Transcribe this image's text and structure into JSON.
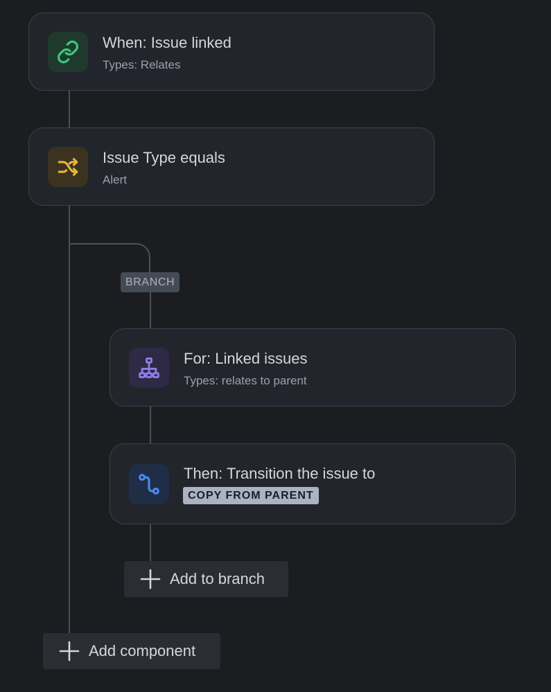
{
  "trigger": {
    "title": "When: Issue linked",
    "subtitle": "Types: Relates",
    "icon": "link-icon",
    "accent": "#3dc47e",
    "icon_bg": "#1f3a2d"
  },
  "condition": {
    "title": "Issue Type equals",
    "subtitle": "Alert",
    "icon": "shuffle-icon",
    "accent": "#e8b73a",
    "icon_bg": "#3b3320"
  },
  "branch": {
    "label": "BRANCH",
    "for_card": {
      "title": "For: Linked issues",
      "subtitle": "Types: relates to parent",
      "icon": "hierarchy-icon",
      "accent": "#8f7ee7",
      "icon_bg": "#2e2a45"
    },
    "then_card": {
      "title": "Then: Transition the issue to",
      "value": "COPY FROM PARENT",
      "icon": "transition-path-icon",
      "accent": "#4a8cf2",
      "icon_bg": "#1f2e46"
    },
    "add_button": "Add to branch"
  },
  "add_component_button": "Add component",
  "colors": {
    "background": "#1b1d21",
    "card": "#22252b",
    "card_border": "#3d414a",
    "connector": "#4c5159"
  }
}
